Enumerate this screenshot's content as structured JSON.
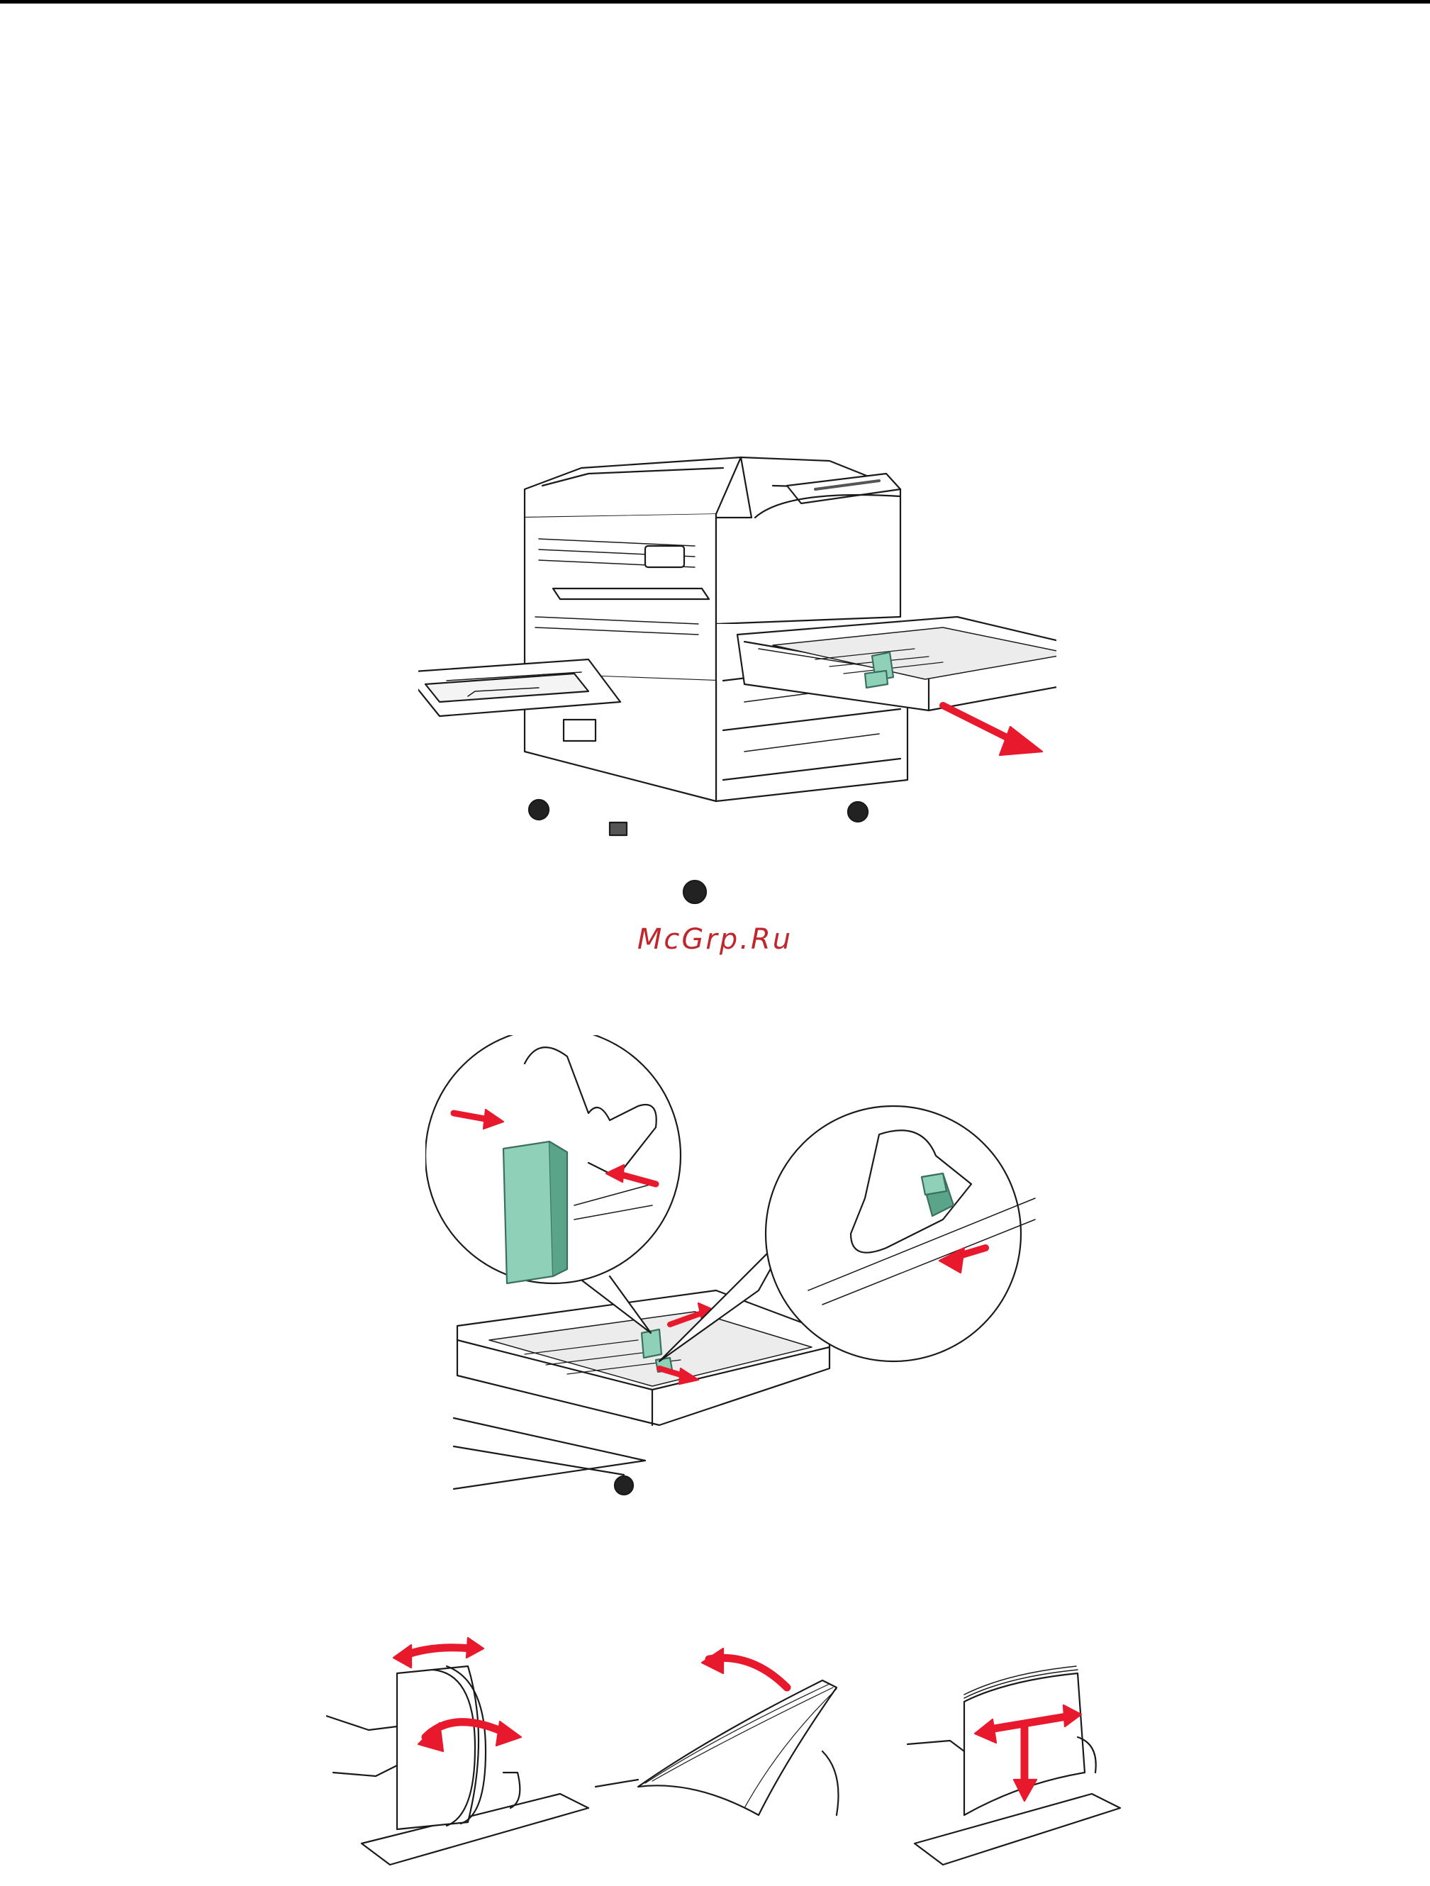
{
  "page": {
    "watermark_text": "McGrp.Ru",
    "colors": {
      "arrow": "#e8192c",
      "guide": "#8fd0b8",
      "guide_dark": "#5aa58a",
      "line": "#1a1a1a",
      "watermark": "#c0272d"
    }
  },
  "figures": [
    {
      "name": "printer-tray-open-illustration",
      "description_icon": "printer-pull-tray-icon"
    },
    {
      "name": "tray-guide-adjust-illustration",
      "description_icon": "squeeze-guide-icon"
    },
    {
      "name": "flex-fan-paper-illustration",
      "description_icon": "paper-stack-icon"
    }
  ]
}
